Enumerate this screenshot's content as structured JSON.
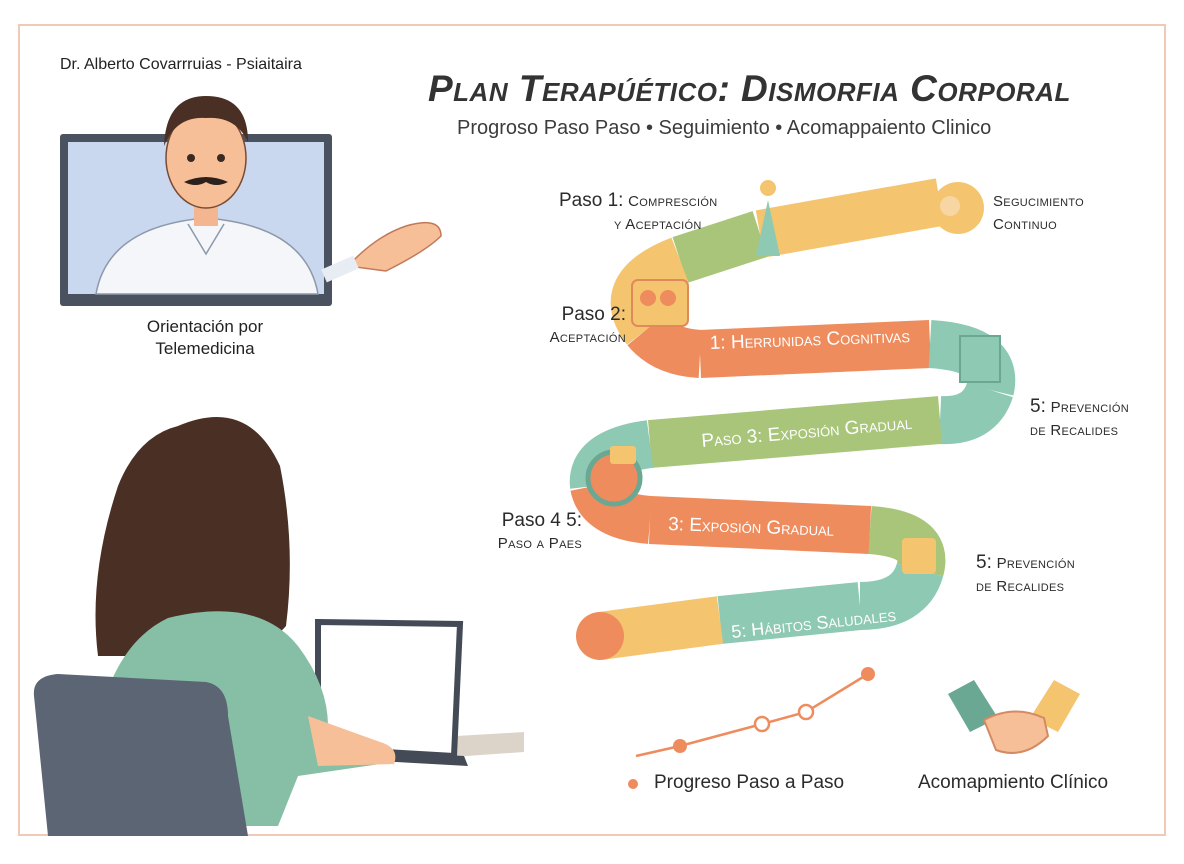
{
  "header": {
    "title": "Plan Terapúético: Dismorfia Corporal",
    "subtitle": "Progroso Paso Paso • Seguimiento • Acomappaiento Clinico"
  },
  "doctor": {
    "name": "Dr. Alberto Covarrruias - Psiaitaira",
    "caption_line1": "Orientación por",
    "caption_line2": "Telemedicina"
  },
  "path": {
    "segments": [
      "1: Herrunidas Cognitivas",
      "Paso 3: Exposión Gradual",
      "3: Exposión Gradual",
      "5: Hábitos Saludales"
    ],
    "labels": {
      "paso1_num": "Paso 1:",
      "paso1_a": "Compresción",
      "paso1_b": "y Aceptación",
      "seg_a": "Segucimiento",
      "seg_b": "Continuo",
      "paso2_num": "Paso 2:",
      "paso2_b": "Aceptación",
      "prev1_num": "5:",
      "prev1_a": "Prevención",
      "prev1_b": "de Recalides",
      "paso45_num": "Paso 4 5:",
      "paso45_b": "Paso a Paes",
      "prev2_num": "5:",
      "prev2_a": "Prevención",
      "prev2_b": "de Recalides"
    }
  },
  "legend": {
    "progress": "Progreso Paso a Paso",
    "support": "Acomapmiento Clínico"
  },
  "colors": {
    "orange": "#ee8c5e",
    "yellow": "#f5c46f",
    "green": "#a8c57a",
    "teal": "#8ec9b4"
  }
}
